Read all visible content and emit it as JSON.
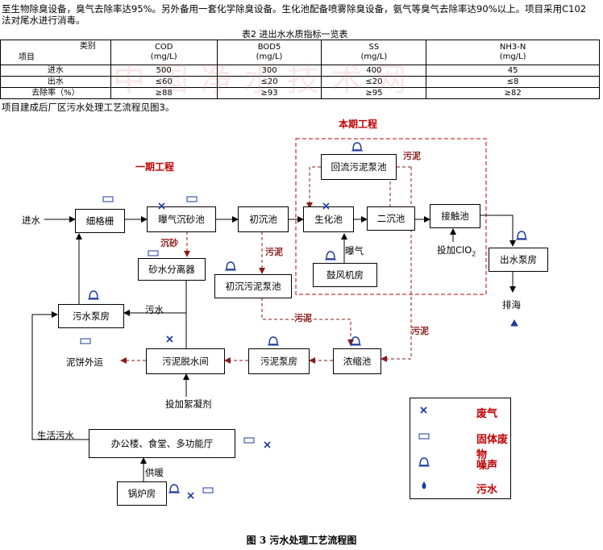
{
  "paragraph": {
    "line1": "至生物除臭设备，臭气去除率达95%。另外备用一套化学除臭设备。生化池配备喷雾除臭设备，氨气等臭气去除率达90%以上。项目采用C102",
    "line2": "法对尾水进行消毒。"
  },
  "watermark": "中国净水技术网",
  "table": {
    "title": "表2  进出水水质指标一览表",
    "corner_top": "类别",
    "corner_bottom": "项目",
    "columns": [
      {
        "name": "COD",
        "unit": "(mg/L)"
      },
      {
        "name": "BOD5",
        "unit": "(mg/L)"
      },
      {
        "name": "SS",
        "unit": "(mg/L)"
      },
      {
        "name": "NH3-N",
        "unit": "(mg/L)"
      }
    ],
    "rows": [
      {
        "label": "进水",
        "values": [
          "500",
          "300",
          "400",
          "45"
        ]
      },
      {
        "label": "出水",
        "values": [
          "≤60",
          "≤20",
          "≤20",
          "≤8"
        ]
      },
      {
        "label": "去除率（%）",
        "values": [
          "≥88",
          "≥93",
          "≥95",
          "≥82"
        ]
      }
    ]
  },
  "after_table": "项目建成后厂区污水处理工艺流程见图3。",
  "diagram": {
    "phase_current": "本期工程",
    "phase_one": "一期工程",
    "boxes": {
      "screen": "细格栅",
      "grit": "曝气沉砂池",
      "primary": "初沉池",
      "bio": "生化池",
      "secondary": "二沉池",
      "contact": "接触池",
      "return_pump": "回流污泥泵池",
      "blower": "鼓风机房",
      "sand_sep": "砂水分离器",
      "primary_sludge": "初沉污泥泵池",
      "outlet_pump": "出水泵房",
      "sewage_pump": "污水泵房",
      "dewater": "污泥脱水间",
      "sludge_pump": "污泥泵房",
      "thickener": "浓缩池",
      "office": "办公楼、食堂、多功能厅",
      "boiler": "锅炉房"
    },
    "labels": {
      "inflow": "进水",
      "aeration": "曝气",
      "clo2": "投加ClO",
      "clo2_sub": "2",
      "discharge": "排海",
      "sewage": "污水",
      "sludge_cake": "泥饼外运",
      "flocculant": "投加絮凝剂",
      "domestic": "生活污水",
      "heating": "供暖",
      "sand": "沉砂",
      "sludge1": "污泥",
      "sludge2": "污泥",
      "sludge3": "污泥",
      "sludge4": "污泥"
    }
  },
  "legend": {
    "items": [
      {
        "icon": "waste-gas-icon",
        "label": "废气"
      },
      {
        "icon": "solid-waste-icon",
        "label": "固体废物"
      },
      {
        "icon": "noise-icon",
        "label": "噪声"
      },
      {
        "icon": "wastewater-icon",
        "label": "污水"
      }
    ]
  },
  "caption": "图 3  污水处理工艺流程图"
}
